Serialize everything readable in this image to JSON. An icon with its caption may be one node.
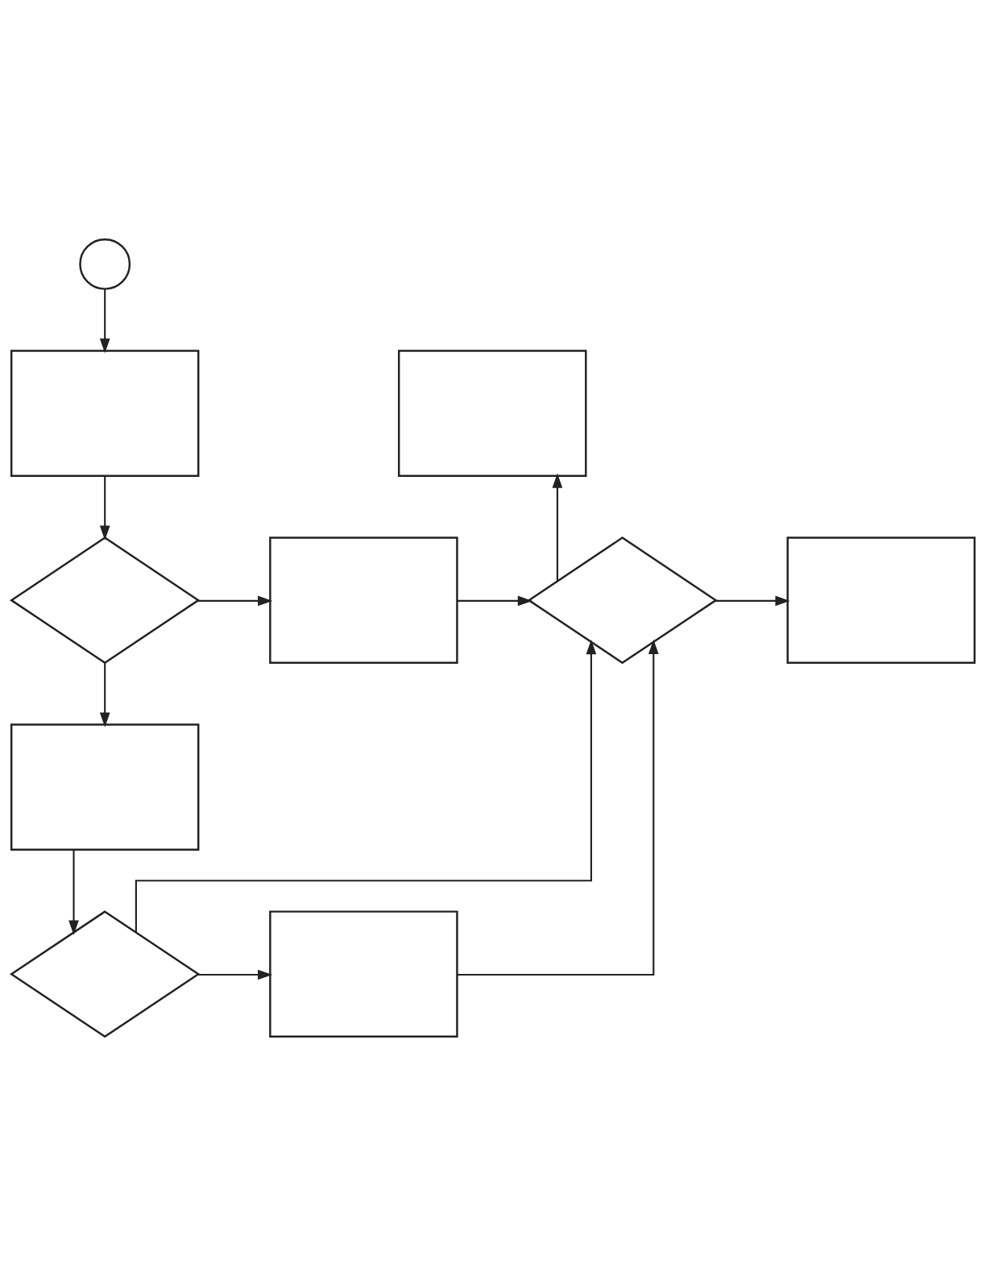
{
  "diagram": {
    "nodes": [
      {
        "text": [],
        "shape": "circle"
      },
      {
        "text": [],
        "shape": "box"
      },
      {
        "text": [],
        "shape": "diamond"
      },
      {
        "text": [],
        "shape": "box"
      },
      {
        "text": [],
        "shape": "diamond"
      },
      {
        "text": [],
        "shape": "box"
      },
      {
        "text": [],
        "shape": "box"
      },
      {
        "text": [],
        "shape": "box"
      },
      {
        "text": [],
        "shape": "diamond"
      },
      {
        "text": [],
        "shape": "box"
      }
    ],
    "edges": [
      {
        "from": 0,
        "to": 1,
        "arrow": "to"
      },
      {
        "from": 1,
        "to": 2,
        "arrow": "to"
      },
      {
        "from": 2,
        "to": 3,
        "arrow": "to"
      },
      {
        "from": 3,
        "to": 4,
        "arrow": "to"
      },
      {
        "from": 4,
        "to": 5,
        "arrow": "to"
      },
      {
        "from": 4,
        "to": 6,
        "arrow": "to"
      },
      {
        "from": 2,
        "to": 7,
        "arrow": "to"
      },
      {
        "from": 7,
        "to": 8,
        "arrow": "to"
      },
      {
        "from": 8,
        "to": 9,
        "arrow": "to"
      },
      {
        "from": 9,
        "to": 4,
        "arrow": "to"
      },
      {
        "from": 8,
        "to": 4,
        "arrow": "to"
      }
    ]
  }
}
